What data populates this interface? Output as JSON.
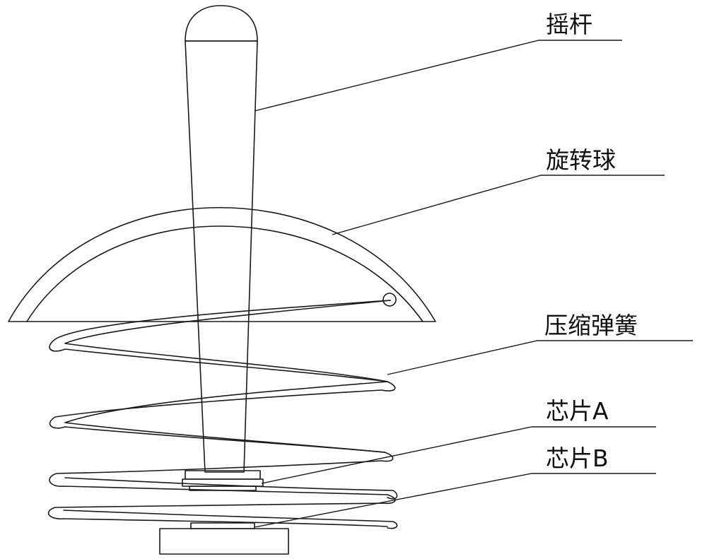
{
  "labels": {
    "joystick": "摇杆",
    "rotating_ball": "旋转球",
    "compression_spring": "压缩弹簧",
    "chip_a": "芯片A",
    "chip_b": "芯片B"
  }
}
